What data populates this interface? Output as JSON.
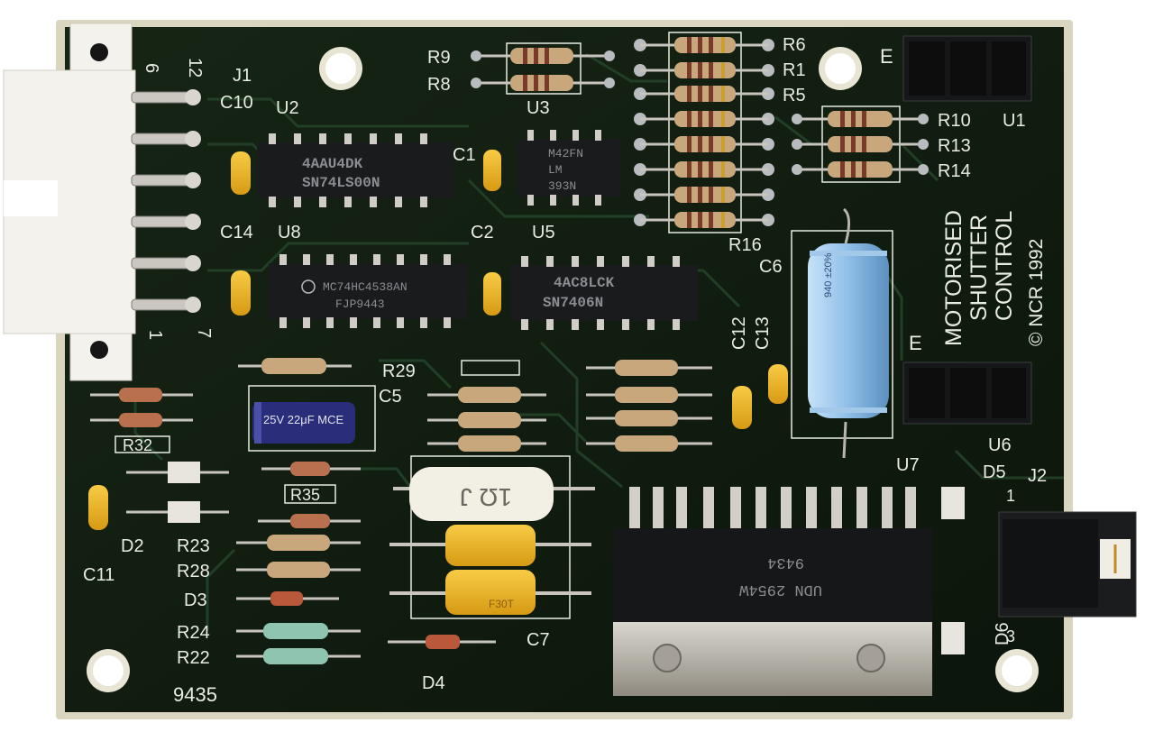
{
  "board": {
    "title_lines": [
      "MOTORISED",
      "SHUTTER",
      "CONTROL"
    ],
    "copyright": "© NCR 1992",
    "date_code": "9435"
  },
  "connectors": {
    "j1": {
      "ref": "J1",
      "pin_labels": [
        "6",
        "12",
        "1",
        "7"
      ]
    },
    "j2": {
      "ref": "J2",
      "pin_labels": [
        "1",
        "3"
      ]
    }
  },
  "chips": {
    "u2": {
      "ref": "U2",
      "lines": [
        "4AAU4DK",
        "SN74LS00N"
      ]
    },
    "u5": {
      "ref": "U5",
      "lines": [
        "M42FN",
        "LM",
        "393N"
      ]
    },
    "u8": {
      "ref": "U8",
      "lines": [
        "MC74HC4538AN",
        "FJP9443"
      ]
    },
    "u6": {
      "ref": "U6",
      "lines": [
        "4AC8LCK",
        "SN7406N"
      ]
    },
    "u7": {
      "ref": "U7",
      "lines": [
        "9434",
        "UDN 2954W"
      ]
    }
  },
  "component_labels": {
    "u1": "U1",
    "u3": "U3",
    "r1": "R1",
    "r5": "R5",
    "r6": "R6",
    "r8": "R8",
    "r9": "R9",
    "r10": "R10",
    "r13": "R13",
    "r14": "R14",
    "r16": "R16",
    "r22": "R22",
    "r23": "R23",
    "r24": "R24",
    "r28": "R28",
    "r29": "R29",
    "r32": "R32",
    "r35": "R35",
    "c1": "C1",
    "c2": "C2",
    "c5": "C5",
    "c6": "C6",
    "c7": "C7",
    "c10": "C10",
    "c11": "C11",
    "c12": "C12",
    "c13": "C13",
    "c14": "C14",
    "d2": "D2",
    "d3": "D3",
    "d4": "D4",
    "d5": "D5",
    "d6": "D6",
    "e_top": "E",
    "e_bottom": "E"
  },
  "part_markings": {
    "c5_marking": "25V 22μF MCE",
    "big_cap_marking": "940 ±20%",
    "power_resistor_marking": "1Ω J",
    "tantalum_marking": "F30T"
  },
  "colors": {
    "pcb": "#0f1a0e",
    "trace": "#1d3a1b",
    "silkscreen": "#e9ece3",
    "chip_body": "#1a1b1d",
    "connector": "#f4f2ec",
    "tantalum": "#f1b41c",
    "electrolytic": "#9cc8ee"
  }
}
